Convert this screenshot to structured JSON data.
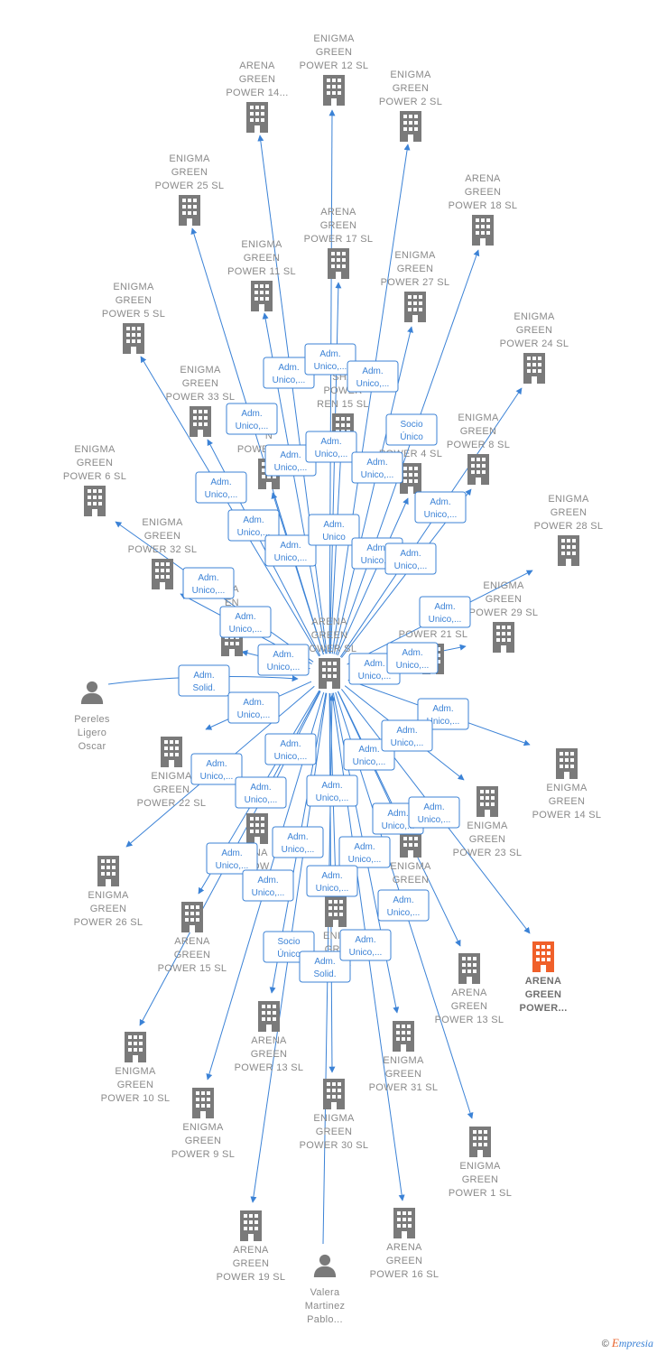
{
  "colors": {
    "edge": "#3b82d6",
    "node": "#7a7a7a",
    "focus": "#f0602a",
    "box_border": "#3b82d6",
    "box_text": "#3b82d6"
  },
  "center": {
    "id": "center",
    "lines": [
      "ARENA",
      "GREEN",
      "POWER  SL"
    ],
    "icon": "building-icon"
  },
  "nodes": [
    {
      "id": "n1",
      "lines": [
        "ENIGMA",
        "GREEN",
        "POWER 12  SL"
      ],
      "icon": "building-icon"
    },
    {
      "id": "n2",
      "lines": [
        "ARENA",
        "GREEN",
        "POWER 14..."
      ],
      "icon": "building-icon"
    },
    {
      "id": "n3",
      "lines": [
        "ENIGMA",
        "GREEN",
        "POWER 2  SL"
      ],
      "icon": "building-icon"
    },
    {
      "id": "n4",
      "lines": [
        "ENIGMA",
        "GREEN",
        "POWER 25  SL"
      ],
      "icon": "building-icon"
    },
    {
      "id": "n5",
      "lines": [
        "ARENA",
        "GREEN",
        "POWER 18  SL"
      ],
      "icon": "building-icon"
    },
    {
      "id": "n6",
      "lines": [
        "ARENA",
        "GREEN",
        "POWER 17  SL"
      ],
      "icon": "building-icon"
    },
    {
      "id": "n7",
      "lines": [
        "ENIGMA",
        "GREEN",
        "POWER 11  SL"
      ],
      "icon": "building-icon"
    },
    {
      "id": "n8",
      "lines": [
        "ENIGMA",
        "GREEN",
        "POWER 27  SL"
      ],
      "icon": "building-icon"
    },
    {
      "id": "n9",
      "lines": [
        "ENIGMA",
        "GREEN",
        "POWER 5  SL"
      ],
      "icon": "building-icon"
    },
    {
      "id": "n10",
      "lines": [
        "ENIGMA",
        "GREEN",
        "POWER 24  SL"
      ],
      "icon": "building-icon"
    },
    {
      "id": "n11",
      "lines": [
        "ENIGMA",
        "GREEN",
        "POWER 33  SL"
      ],
      "icon": "building-icon"
    },
    {
      "id": "n12",
      "lines": [
        "SHA",
        "POWER",
        "REN 15  SL"
      ],
      "icon": "building-icon"
    },
    {
      "id": "n13",
      "lines": [
        "MA",
        "N",
        "POWER 7  SL"
      ],
      "icon": "building-icon"
    },
    {
      "id": "n14",
      "lines": [
        "POWER 4  SL"
      ],
      "icon": "building-icon"
    },
    {
      "id": "n15",
      "lines": [
        "ENIGMA",
        "GREEN",
        "POWER 8  SL"
      ],
      "icon": "building-icon"
    },
    {
      "id": "n16",
      "lines": [
        "ENIGMA",
        "GREEN",
        "POWER 6  SL"
      ],
      "icon": "building-icon"
    },
    {
      "id": "n17",
      "lines": [
        "ENIGMA",
        "GREEN",
        "POWER 28  SL"
      ],
      "icon": "building-icon"
    },
    {
      "id": "n18",
      "lines": [
        "ENIGMA",
        "GREEN",
        "POWER 32  SL"
      ],
      "icon": "building-icon"
    },
    {
      "id": "n19",
      "lines": [
        "ENIGMA",
        "GREEN",
        "POWER 29  SL"
      ],
      "icon": "building-icon"
    },
    {
      "id": "n20",
      "lines": [
        "NA",
        "EN",
        "POW"
      ],
      "icon": "building-icon"
    },
    {
      "id": "n21",
      "lines": [
        "EN",
        "GR",
        "POWER 21  SL"
      ],
      "icon": "building-icon"
    },
    {
      "id": "n22",
      "lines": [
        "ENIGMA",
        "GREEN",
        "POWER 22  SL"
      ],
      "icon": "building-icon"
    },
    {
      "id": "n23",
      "lines": [
        "ENIGMA",
        "GREEN",
        "POWER 14  SL"
      ],
      "icon": "building-icon"
    },
    {
      "id": "n24",
      "lines": [
        "ENIGMA",
        "GREEN",
        "POWER 23  SL"
      ],
      "icon": "building-icon"
    },
    {
      "id": "n25",
      "lines": [
        "ENIGMA",
        "GREEN",
        "POWER 26  SL"
      ],
      "icon": "building-icon"
    },
    {
      "id": "n26",
      "lines": [
        "ENIGMA",
        "GREEN",
        "SL"
      ],
      "icon": "building-icon"
    },
    {
      "id": "n27",
      "lines": [
        "ENA",
        "POW"
      ],
      "icon": "building-icon"
    },
    {
      "id": "n28",
      "lines": [
        "ARENA",
        "GREEN",
        "POWER 15  SL"
      ],
      "icon": "building-icon"
    },
    {
      "id": "n29",
      "lines": [
        "ENIG",
        "GRE",
        "P  5  SL"
      ],
      "icon": "building-icon"
    },
    {
      "id": "n30",
      "lines": [
        "ARENA",
        "GREEN",
        "POWER 13  SL"
      ],
      "icon": "building-icon"
    },
    {
      "id": "n31",
      "lines": [
        "ARENA",
        "GREEN",
        "POWER..."
      ],
      "icon": "building-icon",
      "focus": true
    },
    {
      "id": "n32",
      "lines": [
        "ARENA",
        "GREEN",
        "POWER 13  SL"
      ],
      "icon": "building-icon"
    },
    {
      "id": "n33",
      "lines": [
        "ENIGMA",
        "GREEN",
        "POWER 10  SL"
      ],
      "icon": "building-icon"
    },
    {
      "id": "n34",
      "lines": [
        "ENIGMA",
        "GREEN",
        "POWER 31  SL"
      ],
      "icon": "building-icon"
    },
    {
      "id": "n35",
      "lines": [
        "ENIGMA",
        "GREEN",
        "POWER 9  SL"
      ],
      "icon": "building-icon"
    },
    {
      "id": "n36",
      "lines": [
        "ENIGMA",
        "GREEN",
        "POWER 30  SL"
      ],
      "icon": "building-icon"
    },
    {
      "id": "n37",
      "lines": [
        "ENIGMA",
        "GREEN",
        "POWER 1  SL"
      ],
      "icon": "building-icon"
    },
    {
      "id": "n38",
      "lines": [
        "ARENA",
        "GREEN",
        "POWER 19  SL"
      ],
      "icon": "building-icon"
    },
    {
      "id": "n39",
      "lines": [
        "ARENA",
        "GREEN",
        "POWER 16  SL"
      ],
      "icon": "building-icon"
    }
  ],
  "persons": [
    {
      "id": "p1",
      "lines": [
        "Pereles",
        "Ligero",
        "Oscar"
      ],
      "icon": "person-icon"
    },
    {
      "id": "p2",
      "lines": [
        "Valera",
        "Martinez",
        "Pablo..."
      ],
      "icon": "person-icon"
    }
  ],
  "edge_boxes": [
    {
      "lines": [
        "Adm.",
        "Unico,..."
      ]
    },
    {
      "lines": [
        "Adm.",
        "Unico,..."
      ]
    },
    {
      "lines": [
        "Adm.",
        "Unico,..."
      ]
    },
    {
      "lines": [
        "Adm.",
        "Unico,..."
      ]
    },
    {
      "lines": [
        "Socio",
        "Único"
      ]
    },
    {
      "lines": [
        "Adm.",
        "Unico,..."
      ]
    },
    {
      "lines": [
        "Adm.",
        "Unico,..."
      ]
    },
    {
      "lines": [
        "Adm.",
        "Unico,..."
      ]
    },
    {
      "lines": [
        "Adm.",
        "Unico,..."
      ]
    },
    {
      "lines": [
        "Adm.",
        "Unico,..."
      ]
    },
    {
      "lines": [
        "Adm.",
        "Unico,..."
      ]
    },
    {
      "lines": [
        "Adm.",
        "Unico,..."
      ]
    },
    {
      "lines": [
        "Adm.",
        "Unico"
      ]
    },
    {
      "lines": [
        "Adm.",
        "Unico,..."
      ]
    },
    {
      "lines": [
        "Adm.",
        "Unico,..."
      ]
    },
    {
      "lines": [
        "Adm.",
        "Unico,..."
      ]
    },
    {
      "lines": [
        "Adm.",
        "Unico,..."
      ]
    },
    {
      "lines": [
        "Adm.",
        "Unico,..."
      ]
    },
    {
      "lines": [
        "Adm.",
        "Unico,..."
      ]
    },
    {
      "lines": [
        "Adm.",
        "Unico,..."
      ]
    },
    {
      "lines": [
        "Adm.",
        "Unico,..."
      ]
    },
    {
      "lines": [
        "Adm.",
        "Solid."
      ]
    },
    {
      "lines": [
        "Adm.",
        "Unico,..."
      ]
    },
    {
      "lines": [
        "Adm.",
        "Unico,..."
      ]
    },
    {
      "lines": [
        "Adm.",
        "Unico,..."
      ]
    },
    {
      "lines": [
        "Adm.",
        "Unico,..."
      ]
    },
    {
      "lines": [
        "Adm.",
        "Unico,..."
      ]
    },
    {
      "lines": [
        "Adm.",
        "Unico,..."
      ]
    },
    {
      "lines": [
        "Adm.",
        "Unico,..."
      ]
    },
    {
      "lines": [
        "Adm.",
        "Unico,..."
      ]
    },
    {
      "lines": [
        "Adm.",
        "Unico,..."
      ]
    },
    {
      "lines": [
        "Adm.",
        "Unico,..."
      ]
    },
    {
      "lines": [
        "Adm.",
        "Unico,..."
      ]
    },
    {
      "lines": [
        "Adm.",
        "Unico,..."
      ]
    },
    {
      "lines": [
        "Adm.",
        "Unico,..."
      ]
    },
    {
      "lines": [
        "Adm.",
        "Unico,..."
      ]
    },
    {
      "lines": [
        "Adm.",
        "Unico,..."
      ]
    },
    {
      "lines": [
        "Adm.",
        "Unico,..."
      ]
    },
    {
      "lines": [
        "Socio",
        "Único"
      ]
    },
    {
      "lines": [
        "Adm.",
        "Solid."
      ]
    },
    {
      "lines": [
        "Adm.",
        "Unico,..."
      ]
    }
  ],
  "watermark": {
    "copyright": "©",
    "brand_first": "E",
    "brand_rest": "mpresia"
  }
}
